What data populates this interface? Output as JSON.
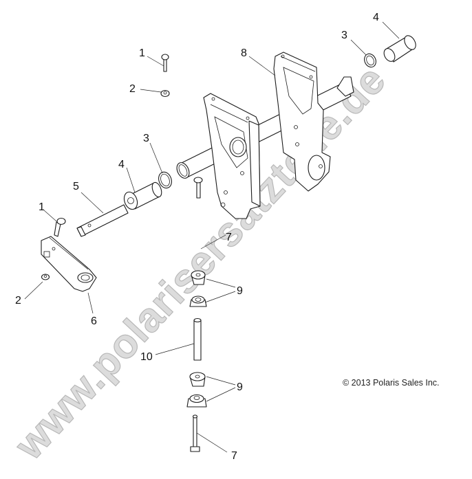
{
  "diagram": {
    "type": "exploded-parts-diagram",
    "copyright": "© 2013 Polaris Sales Inc.",
    "watermark": "www.polarisersatzteile.de",
    "colors": {
      "line": "#1a1a1a",
      "background": "#ffffff",
      "watermark_fill": "#d6d6d6",
      "watermark_stroke": "#b8b8b8"
    },
    "callouts": [
      {
        "id": "c1a",
        "label": "1",
        "part": "bolt (upper)"
      },
      {
        "id": "c2a",
        "label": "2",
        "part": "nut (upper)"
      },
      {
        "id": "c3a",
        "label": "3",
        "part": "ring (center)"
      },
      {
        "id": "c4a",
        "label": "4",
        "part": "bushing (center)"
      },
      {
        "id": "c5",
        "label": "5",
        "part": "shaft"
      },
      {
        "id": "c1b",
        "label": "1",
        "part": "bolt (lower left)"
      },
      {
        "id": "c2b",
        "label": "2",
        "part": "nut (lower left)"
      },
      {
        "id": "c6",
        "label": "6",
        "part": "lever arm"
      },
      {
        "id": "c3b",
        "label": "3",
        "part": "ring (upper right)"
      },
      {
        "id": "c4b",
        "label": "4",
        "part": "bushing (upper right)"
      },
      {
        "id": "c8",
        "label": "8",
        "part": "bracket assembly with tube"
      },
      {
        "id": "c7a",
        "label": "7",
        "part": "long bolt (upper)"
      },
      {
        "id": "c9a",
        "label": "9",
        "part": "bushing/nut pair (upper)"
      },
      {
        "id": "c10",
        "label": "10",
        "part": "spacer tube"
      },
      {
        "id": "c9b",
        "label": "9",
        "part": "bushing/nut pair (lower)"
      },
      {
        "id": "c7b",
        "label": "7",
        "part": "long bolt (lower)"
      }
    ]
  }
}
